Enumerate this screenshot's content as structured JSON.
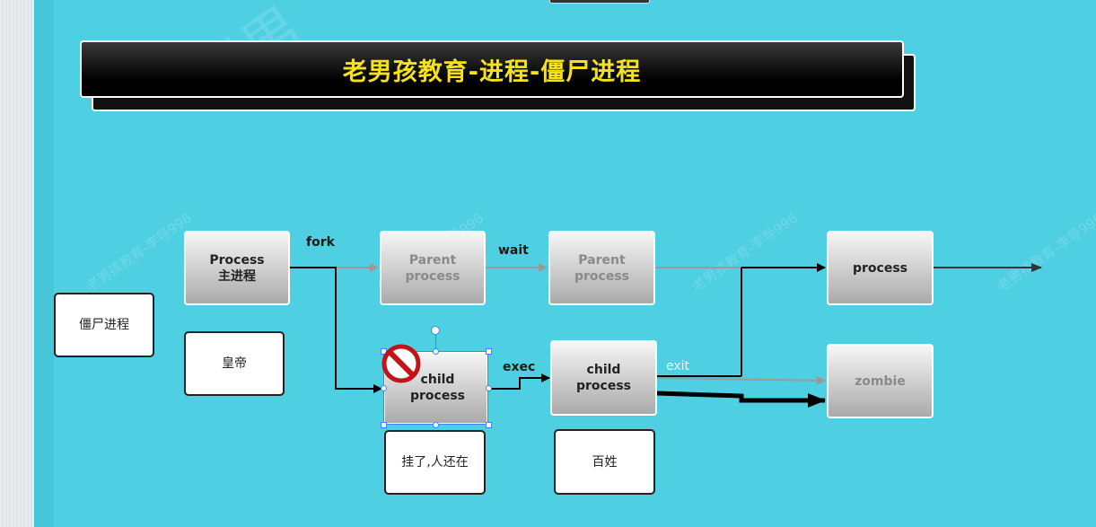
{
  "title": "老男孩教育-进程-僵尸进程",
  "watermark": "老男孩教育-李导996",
  "watermark_large": "老男",
  "nodes": {
    "process_main": {
      "line1": "Process",
      "line2": "主进程"
    },
    "parent1": {
      "line1": "Parent",
      "line2": "process"
    },
    "parent2": {
      "line1": "Parent",
      "line2": "process"
    },
    "process_right": {
      "label": "process"
    },
    "child1": {
      "line1": "child",
      "line2": "process"
    },
    "child2": {
      "line1": "child",
      "line2": "process"
    },
    "zombie": {
      "label": "zombie"
    }
  },
  "notes": {
    "zombie_process": "僵尸进程",
    "emperor": "皇帝",
    "dead_still_here": "挂了,人还在",
    "commoner": "百姓"
  },
  "edge_labels": {
    "fork": "fork",
    "wait": "wait",
    "exec": "exec",
    "exit": "exit"
  },
  "colors": {
    "background": "#4fd0e2",
    "title_text": "#f5e21c",
    "selection": "#3b86ff"
  },
  "icons": {
    "no_entry": "prohibited-icon"
  }
}
